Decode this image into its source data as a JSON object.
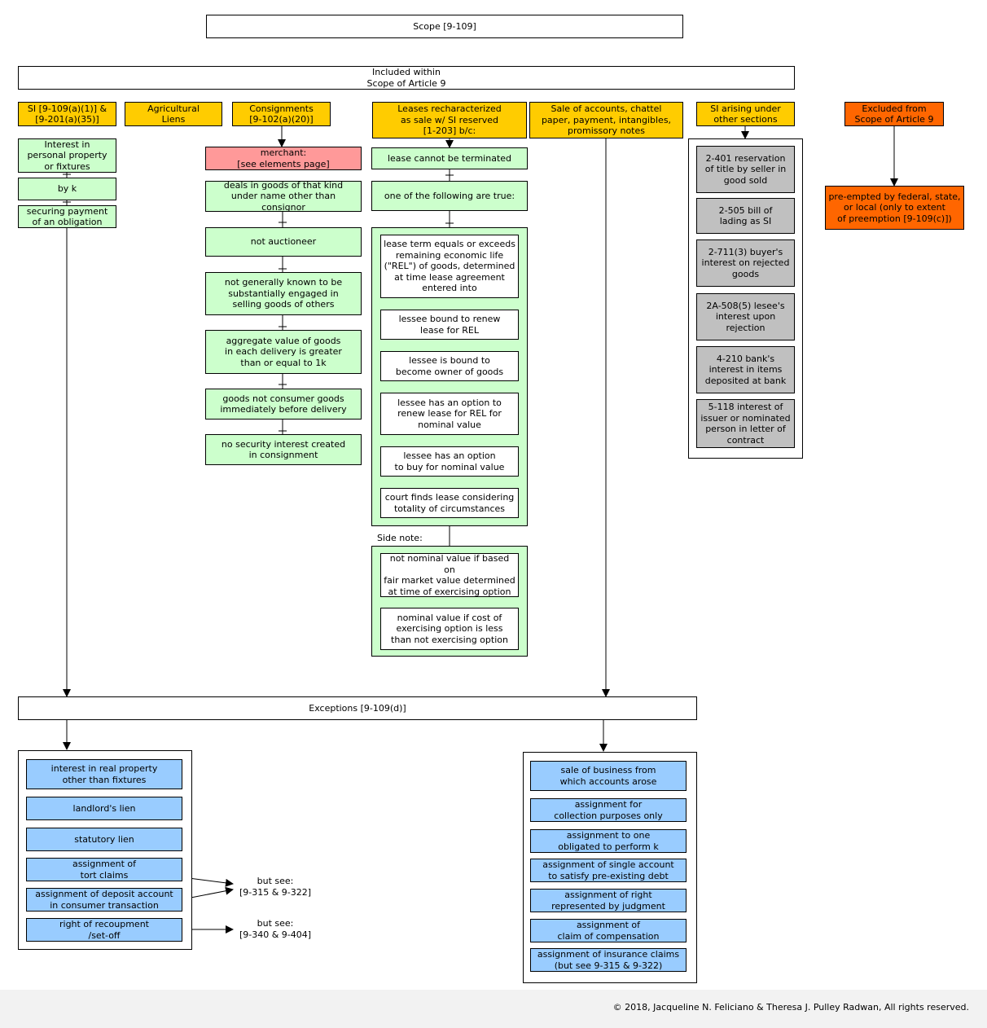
{
  "scope": "Scope [9-109]",
  "included": "Included within\nScope of Article 9",
  "headers": {
    "si": "SI [9-109(a)(1)] &\n[9-201(a)(35)]",
    "agricultural": "Agricultural\nLiens",
    "consignments": "Consignments\n[9-102(a)(20)]",
    "leases": "Leases recharacterized\nas sale w/ SI reserved\n[1-203] b/c:",
    "sale_accounts": "Sale of accounts, chattel\npaper, payment, intangibles,\npromissory notes",
    "si_other": "SI arising under\nother sections",
    "excluded": "Excluded from\nScope of Article 9"
  },
  "si_chain": [
    "Interest in\npersonal property\nor fixtures",
    "by k",
    "securing payment\nof an obligation"
  ],
  "consignment_chain": {
    "merchant": "merchant:\n[see elements page]",
    "items": [
      "deals in goods of that kind\nunder name other than consignor",
      "not auctioneer",
      "not generally known to be\nsubstantially engaged in\nselling goods of others",
      "aggregate value of goods\nin each delivery is greater\nthan or equal to 1k",
      "goods not consumer goods\nimmediately before delivery",
      "no security interest created\nin consignment"
    ]
  },
  "lease_chain": {
    "cannot_terminate": "lease cannot be terminated",
    "one_of": "one of the following are true:",
    "conditions": [
      "lease term equals or exceeds\nremaining economic life\n(\"REL\") of goods, determined\nat time lease agreement\nentered into",
      "lessee bound to renew\nlease for REL",
      "lessee is bound to\nbecome owner of goods",
      "lessee has an option to\nrenew lease for REL for\nnominal value",
      "lessee has an option\nto buy for nominal value",
      "court finds lease considering\ntotality of circumstances"
    ],
    "side_note_label": "Side note:",
    "side_notes": [
      "not nominal value if based on\nfair market value determined\nat time of exercising option",
      "nominal value if cost of\nexercising option is less\nthan not exercising option"
    ]
  },
  "other_sections": [
    "2-401 reservation\nof title by seller in\ngood sold",
    "2-505 bill of\nlading as SI",
    "2-711(3) buyer's\ninterest on rejected\ngoods",
    "2A-508(5) lesee's\ninterest upon\nrejection",
    "4-210 bank's\ninterest in items\ndeposited at bank",
    "5-118 interest of\nissuer or nominated\nperson in letter of\ncontract"
  ],
  "preempted": "pre-empted by federal, state,\nor local (only to extent\nof preemption [9-109(c)])",
  "exceptions": "Exceptions [9-109(d)]",
  "left_exceptions": [
    "interest in real property\nother than fixtures",
    "landlord's lien",
    "statutory lien",
    "assignment of\ntort claims",
    "assignment of deposit account\nin consumer transaction",
    "right of recoupment\n/set-off"
  ],
  "but_see_1": "but see:\n[9-315 & 9-322]",
  "but_see_2": "but see:\n[9-340 & 9-404]",
  "right_exceptions": [
    "sale of business from\nwhich accounts arose",
    "assignment for\ncollection purposes only",
    "assignment to one\nobligated to perform k",
    "assignment of single account\nto satisfy pre-existing debt",
    "assignment of right\nrepresented by judgment",
    "assignment of\nclaim of compensation",
    "assignment of insurance claims\n(but see 9-315 & 9-322)"
  ],
  "copyright": "© 2018, Jacqueline N. Feliciano & Theresa J. Pulley Radwan, All rights reserved."
}
